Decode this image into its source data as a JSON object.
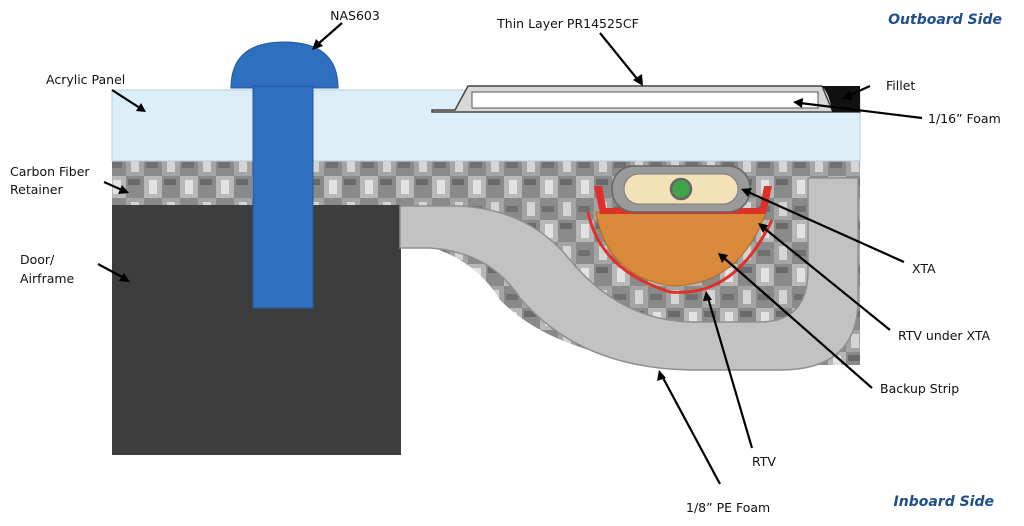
{
  "labels": {
    "nas603": "NAS603",
    "thin_layer": "Thin Layer PR14525CF",
    "outboard_side": "Outboard Side",
    "fillet": "Fillet",
    "acrylic_panel": "Acrylic Panel",
    "foam_1_16": "1/16” Foam",
    "carbon_fiber_line1": "Carbon Fiber",
    "carbon_fiber_line2": "Retainer",
    "door_line1": "Door/",
    "door_line2": "Airframe",
    "xta": "XTA",
    "rtv_under_xta": "RTV under XTA",
    "backup_strip": "Backup Strip",
    "rtv": "RTV",
    "pe_foam": "1/8” PE Foam",
    "inboard_side": "Inboard Side"
  },
  "colors": {
    "side_label": "#1f4e8c",
    "acrylic": "#dceef7",
    "bolt": "#2f6fbf",
    "airframe": "#3d3d3d",
    "foam": "#bdbdbd",
    "rtv_red": "#e0302a",
    "backup_strip": "#d9893a",
    "xta_body": "#f3e2b8",
    "xta_core": "#3fa34a"
  }
}
